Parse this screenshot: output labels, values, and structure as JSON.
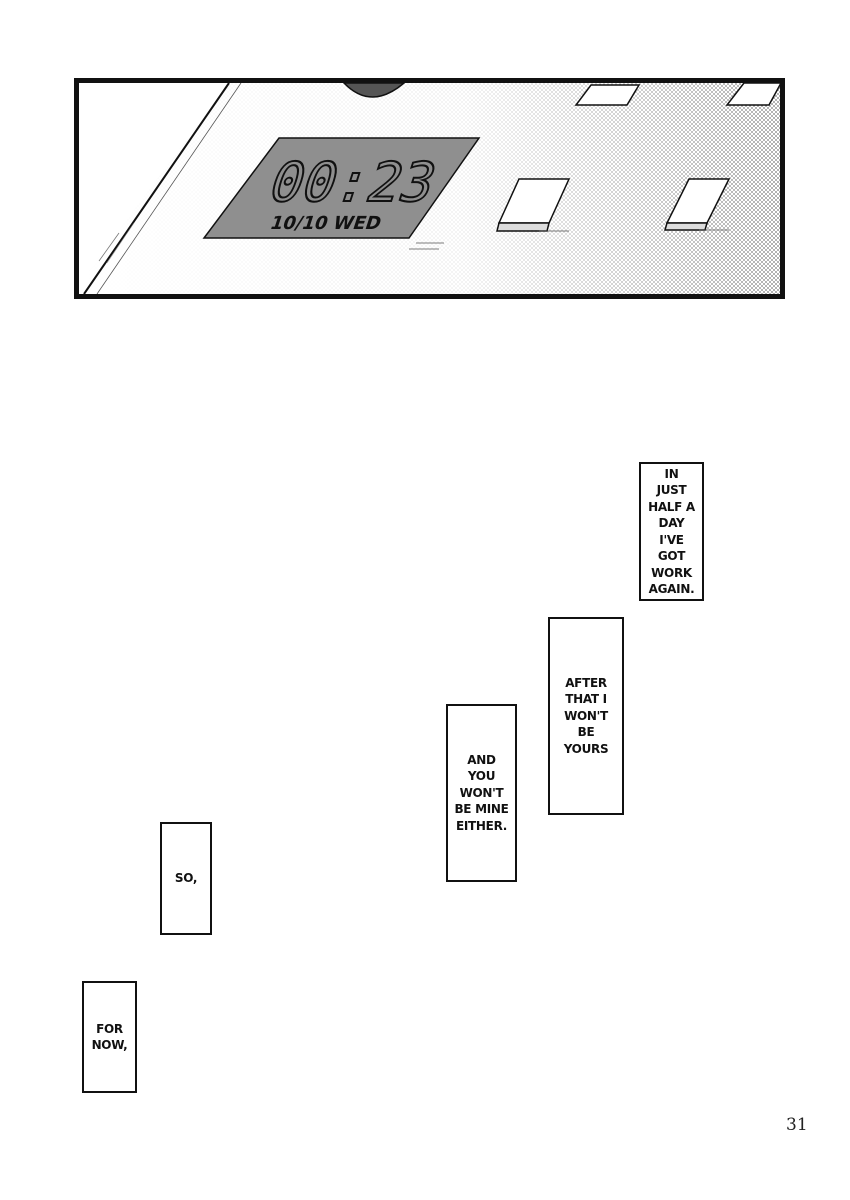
{
  "panel": {
    "clock_time": "00:23",
    "clock_date": "10/10 WED"
  },
  "bubbles": [
    {
      "text": "IN\nJUST\nHALF A\nDAY\nI'VE\nGOT\nWORK\nAGAIN."
    },
    {
      "text": "AFTER\nTHAT I\nWON'T\nBE\nYOURS"
    },
    {
      "text": "AND\nYOU\nWON'T\nBE MINE\nEITHER."
    },
    {
      "text": "SO,"
    },
    {
      "text": "FOR\nNOW,"
    }
  ],
  "page_number": "31"
}
